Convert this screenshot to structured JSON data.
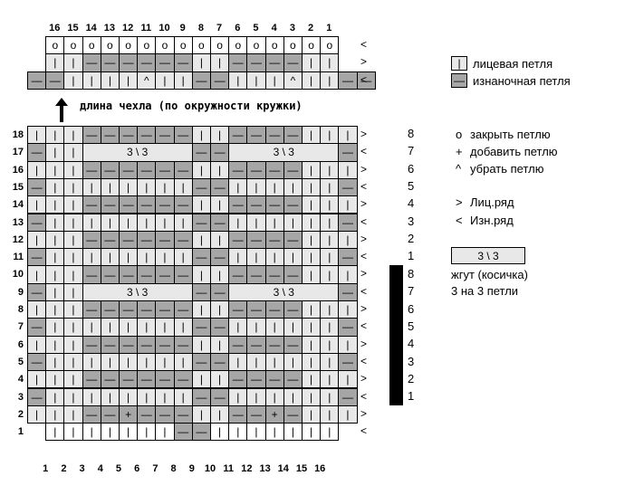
{
  "symbols": {
    "knit": "|",
    "purl": "—",
    "bindoff": "o",
    "add": "+",
    "dec": "^"
  },
  "col_headers_top": [
    "16",
    "15",
    "14",
    "13",
    "12",
    "11",
    "10",
    "9",
    "8",
    "7",
    "6",
    "5",
    "4",
    "3",
    "2",
    "1"
  ],
  "col_headers_bottom": [
    "1",
    "2",
    "3",
    "4",
    "5",
    "6",
    "7",
    "8",
    "9",
    "10",
    "11",
    "12",
    "13",
    "14",
    "15",
    "16"
  ],
  "top_chart": {
    "row_arrows": [
      "<",
      ">",
      "<"
    ]
  },
  "caption": "длина чехла (по окружности кружки)",
  "main_rows": [
    {
      "label": "18",
      "arrow": ">"
    },
    {
      "label": "17",
      "arrow": "<"
    },
    {
      "label": "16",
      "arrow": ">"
    },
    {
      "label": "15",
      "arrow": "<"
    },
    {
      "label": "14",
      "arrow": ">"
    },
    {
      "label": "13",
      "arrow": "<"
    },
    {
      "label": "12",
      "arrow": ">"
    },
    {
      "label": "11",
      "arrow": "<"
    },
    {
      "label": "10",
      "arrow": ">"
    },
    {
      "label": "9",
      "arrow": "<"
    },
    {
      "label": "8",
      "arrow": ">"
    },
    {
      "label": "7",
      "arrow": "<"
    },
    {
      "label": "6",
      "arrow": ">"
    },
    {
      "label": "5",
      "arrow": "<"
    },
    {
      "label": "4",
      "arrow": ">"
    },
    {
      "label": "3",
      "arrow": "<"
    },
    {
      "label": "2",
      "arrow": ">"
    },
    {
      "label": "1",
      "arrow": "<"
    }
  ],
  "cable_label": "3 \\ 3",
  "repeat_numbers_upper": [
    "8",
    "7",
    "6",
    "5",
    "4",
    "3",
    "2",
    "1"
  ],
  "repeat_numbers_lower": [
    "8",
    "7",
    "6",
    "5",
    "4",
    "3",
    "2",
    "1"
  ],
  "legend": {
    "knit_symbol": "|",
    "knit_label": "лицевая петля",
    "purl_symbol": "—",
    "purl_label": "изнаночная петля",
    "items": [
      {
        "symbol": "o",
        "label": "закрыть петлю"
      },
      {
        "symbol": "+",
        "label": "добавить петлю"
      },
      {
        "symbol": "^",
        "label": "убрать петлю"
      },
      {
        "symbol": ">",
        "label": "Лиц.ряд"
      },
      {
        "symbol": "<",
        "label": "Изн.ряд"
      }
    ],
    "cable_box": "3 \\ 3",
    "cable_text1": "жгут (косичка)",
    "cable_text2": "3 на 3 петли"
  }
}
